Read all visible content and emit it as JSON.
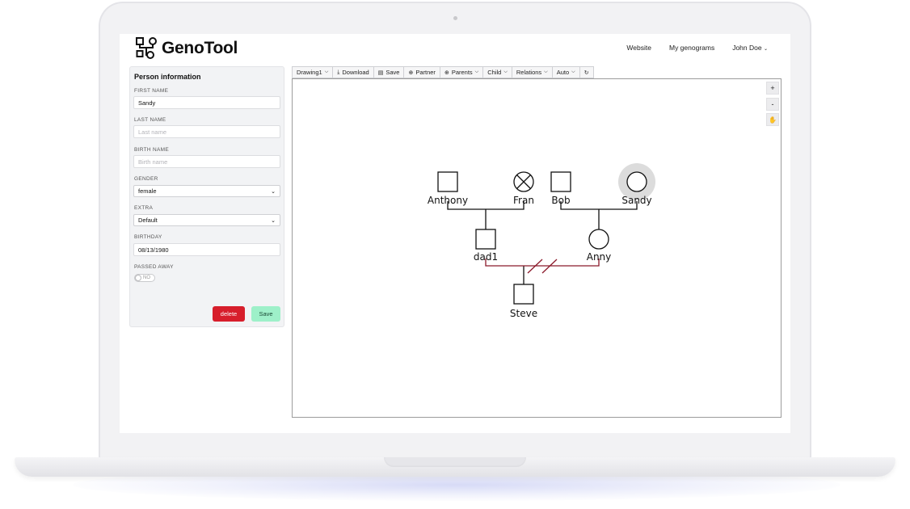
{
  "app": {
    "name": "GenoTool",
    "brand_color": "#111111"
  },
  "topnav": {
    "website": "Website",
    "my_genograms": "My genograms",
    "user": "John Doe"
  },
  "person_panel": {
    "title": "Person information",
    "first_name": {
      "label": "FIRST NAME",
      "value": "Sandy"
    },
    "last_name": {
      "label": "LAST NAME",
      "placeholder": "Last name"
    },
    "birth_name": {
      "label": "BIRTH NAME",
      "placeholder": "Birth name"
    },
    "gender": {
      "label": "GENDER",
      "value": "female"
    },
    "extra": {
      "label": "EXTRA",
      "value": "Default"
    },
    "birthday": {
      "label": "BIRTHDAY",
      "value": "08/13/1980"
    },
    "passed_away": {
      "label": "PASSED AWAY",
      "value": "NO"
    },
    "delete_label": "delete",
    "save_label": "Save",
    "delete_color": "#d71e2b",
    "save_color": "#9ef0c9"
  },
  "toolbar": {
    "drawing": "Drawing1",
    "download": "Download",
    "save": "Save",
    "partner": "Partner",
    "parents": "Parents",
    "child": "Child",
    "relations": "Relations",
    "auto": "Auto"
  },
  "zoom": {
    "in": "+",
    "out": "-"
  },
  "genogram": {
    "persons": [
      {
        "id": "anthony",
        "name": "Anthony",
        "shape": "square"
      },
      {
        "id": "fran",
        "name": "Fran",
        "shape": "circle-x"
      },
      {
        "id": "bob",
        "name": "Bob",
        "shape": "square"
      },
      {
        "id": "sandy",
        "name": "Sandy",
        "shape": "circle",
        "selected": true
      },
      {
        "id": "dad1",
        "name": "dad1",
        "shape": "square"
      },
      {
        "id": "anny",
        "name": "Anny",
        "shape": "circle"
      },
      {
        "id": "steve",
        "name": "Steve",
        "shape": "square"
      }
    ],
    "relation_color": "#8b1a2b"
  }
}
